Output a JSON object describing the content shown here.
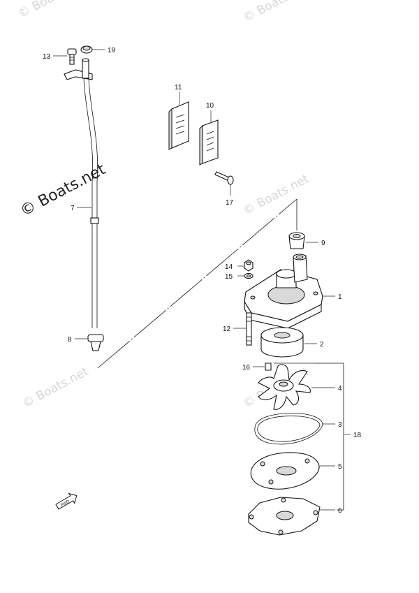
{
  "watermark": {
    "text": "© Boats.net",
    "large_text": "© Boats.net"
  },
  "callouts": {
    "c1": "1",
    "c2": "2",
    "c3": "3",
    "c4": "4",
    "c5": "5",
    "c6": "6",
    "c7": "7",
    "c8": "8",
    "c9": "9",
    "c10": "10",
    "c11": "11",
    "c12": "12",
    "c13": "13",
    "c14": "14",
    "c15": "15",
    "c16": "16",
    "c17": "17",
    "c18": "18",
    "c19": "19"
  },
  "direction_mark": {
    "icon": "forward-arrow-icon",
    "text": "FWD"
  }
}
